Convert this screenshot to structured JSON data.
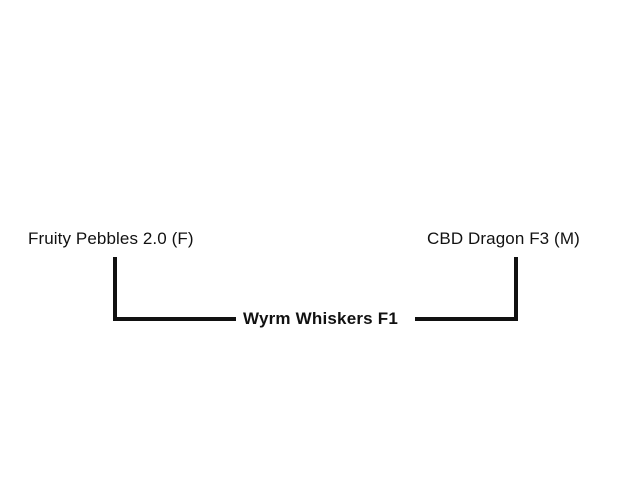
{
  "diagram": {
    "type": "pedigree-cross",
    "background_color": "#ffffff",
    "line_color": "#111111",
    "text_color": "#111111",
    "parents": [
      {
        "id": "parent-left",
        "label": "Fruity Pebbles 2.0 (F)",
        "sex": "F",
        "sex_label": "(F)",
        "name": "Fruity Pebbles 2.0",
        "role": "mother",
        "position": "left"
      },
      {
        "id": "parent-right",
        "label": "CBD Dragon F3 (M)",
        "sex": "M",
        "sex_label": "(M)",
        "name": "CBD Dragon F3",
        "role": "father",
        "position": "right"
      }
    ],
    "offspring": {
      "id": "offspring-center",
      "label": "Wyrm Whiskers F1",
      "name": "Wyrm Whiskers",
      "generation": "F1",
      "emphasis": "bold",
      "position": "center"
    },
    "connectors": [
      {
        "id": "drop-left",
        "orientation": "vertical",
        "from": "parent-left",
        "to": "cross-bar"
      },
      {
        "id": "drop-right",
        "orientation": "vertical",
        "from": "parent-right",
        "to": "cross-bar"
      },
      {
        "id": "bar-left",
        "orientation": "horizontal",
        "from": "drop-left",
        "to": "offspring-center"
      },
      {
        "id": "bar-right",
        "orientation": "horizontal",
        "from": "offspring-center",
        "to": "drop-right"
      }
    ]
  }
}
